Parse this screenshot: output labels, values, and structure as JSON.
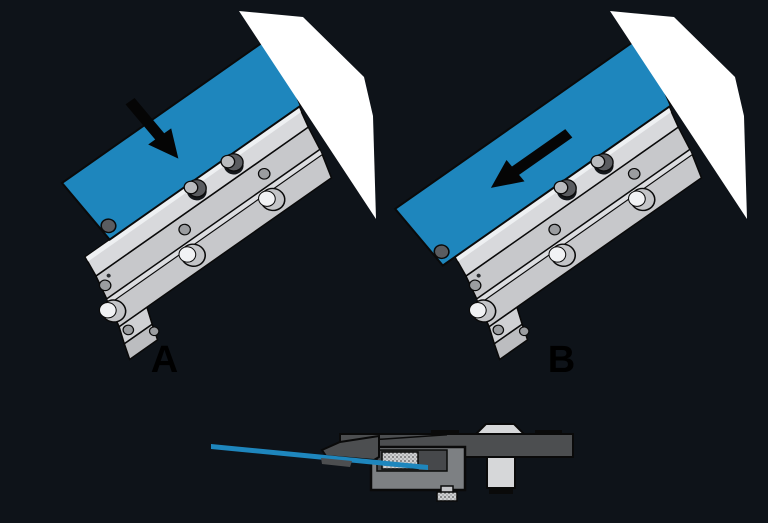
{
  "background": "#0e1319",
  "colors": {
    "blade": "#1e86bd",
    "sheet": "#ffffff",
    "holder_face": "#c7c8cb",
    "holder_flange": "#d8d9dc",
    "holder_highlight": "#eef0f2",
    "holder_step": "#dcdde0",
    "endcap_light": "#d0d1d4",
    "endcap_dark": "#bcbdc0",
    "pin_dark": "#5a5c60",
    "pin_light": "#b9bbbe",
    "screw_head": "#c4c5c8",
    "screw_highlight": "#f1f2f4",
    "dot_gray": "#9b9da0",
    "bar_dark": "#4c4e50",
    "housing_gray": "#7d8083",
    "cavity_dark": "#46484b",
    "clamp_pad": "#cfd0d2",
    "knob_gray": "#d6d7d9",
    "arrow": "#050505",
    "label": "#000000",
    "outline": "#0a0a0a",
    "notch_hole": "#14171b"
  },
  "panels": [
    {
      "id": "A",
      "label": "A",
      "arrow_icon": "press-down-arrow"
    },
    {
      "id": "B",
      "label": "B",
      "arrow_icon": "slide-left-arrow"
    }
  ],
  "cross_section": {
    "parts": [
      "holder-bar",
      "clamp-housing",
      "clamp-pad",
      "squeegee-blade",
      "clamp-bolt",
      "mounting-screw",
      "top-knob"
    ]
  }
}
